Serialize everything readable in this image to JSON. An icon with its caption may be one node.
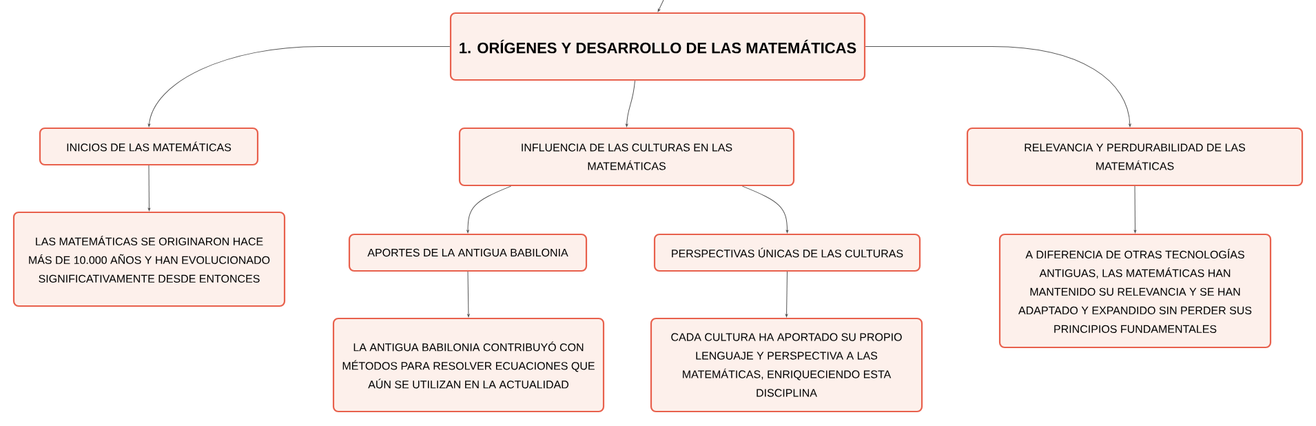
{
  "diagram": {
    "nodes": [
      {
        "text": [
          "1. ORÍGENES Y DESARROLLO DE LAS MATEMÁTICAS"
        ]
      },
      {
        "text": [
          "INICIOS DE LAS MATEMÁTICAS"
        ]
      },
      {
        "text": [
          "INFLUENCIA DE LAS CULTURAS EN LAS MATEMÁTICAS"
        ]
      },
      {
        "text": [
          "RELEVANCIA Y PERDURABILIDAD DE LAS MATEMÁTICAS"
        ]
      },
      {
        "text": [
          "LAS MATEMÁTICAS SE ORIGINARON HACE MÁS DE 10.000 AÑOS Y HAN EVOLUCIONADO SIGNIFICATIVAMENTE DESDE ENTONCES"
        ]
      },
      {
        "text": [
          "APORTES DE LA ANTIGUA BABILONIA"
        ]
      },
      {
        "text": [
          "PERSPECTIVAS ÚNICAS DE LAS CULTURAS"
        ]
      },
      {
        "text": [
          "A DIFERENCIA DE OTRAS TECNOLOGÍAS ANTIGUAS, LAS MATEMÁTICAS HAN MANTENIDO SU RELEVANCIA Y SE HAN ADAPTADO Y EXPANDIDO SIN PERDER SUS PRINCIPIOS FUNDAMENTALES"
        ]
      },
      {
        "text": [
          "LA ANTIGUA BABILONIA CONTRIBUYÓ CON MÉTODOS PARA RESOLVER ECUACIONES QUE AÚN SE UTILIZAN EN LA ACTUALIDAD"
        ]
      },
      {
        "text": [
          "CADA CULTURA HA APORTADO SU PROPIO LENGUAJE Y PERSPECTIVA A LAS MATEMÁTICAS, ENRIQUECIENDO ESTA DISCIPLINA"
        ]
      }
    ],
    "edges": [
      {
        "from": null,
        "to": 0,
        "arrow": "to"
      },
      {
        "from": 0,
        "to": 1,
        "arrow": "to"
      },
      {
        "from": 0,
        "to": 2,
        "arrow": "to"
      },
      {
        "from": 0,
        "to": 3,
        "arrow": "to"
      },
      {
        "from": 1,
        "to": 4,
        "arrow": "to"
      },
      {
        "from": 2,
        "to": 5,
        "arrow": "to"
      },
      {
        "from": 2,
        "to": 6,
        "arrow": "to"
      },
      {
        "from": 3,
        "to": 7,
        "arrow": "to"
      },
      {
        "from": 5,
        "to": 8,
        "arrow": "to"
      },
      {
        "from": 6,
        "to": 9,
        "arrow": "to"
      }
    ]
  }
}
